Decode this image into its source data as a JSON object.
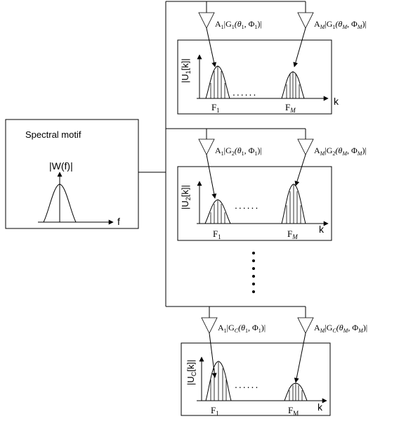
{
  "motif": {
    "title": "Spectral motif",
    "ylabel": "|W(f)|",
    "xlabel": "f"
  },
  "channels": [
    {
      "amp_left_a": "A",
      "amp_left_sub": "1",
      "amp_left_g": "|G",
      "amp_left_gsub": "1",
      "amp_left_args": "(θ",
      "amp_left_argsub": "1",
      "amp_left_phi": ", Φ",
      "amp_left_phisub": "1",
      "amp_left_close": ")|",
      "amp_right_a": "A",
      "amp_right_sub": "M",
      "amp_right_g": "|G",
      "amp_right_gsub": "1",
      "amp_right_args": "(θ",
      "amp_right_argsub": "M",
      "amp_right_phi": ", Φ",
      "amp_right_phisub": "M",
      "amp_right_close": ")|",
      "ylabel_main": "|U",
      "ylabel_sub": "1",
      "ylabel_tail": "[k]|",
      "dots": "......",
      "f1": "F",
      "f1_sub": "1",
      "fm": "F",
      "fm_sub": "M",
      "xlabel": "k"
    },
    {
      "amp_left_a": "A",
      "amp_left_sub": "1",
      "amp_left_g": "|G",
      "amp_left_gsub": "2",
      "amp_left_args": "(θ",
      "amp_left_argsub": "1",
      "amp_left_phi": ", Φ",
      "amp_left_phisub": "1",
      "amp_left_close": ")|",
      "amp_right_a": "A",
      "amp_right_sub": "M",
      "amp_right_g": "|G",
      "amp_right_gsub": "2",
      "amp_right_args": "(θ",
      "amp_right_argsub": "M",
      "amp_right_phi": ", Φ",
      "amp_right_phisub": "M",
      "amp_right_close": ")|",
      "ylabel_main": "|U",
      "ylabel_sub": "2",
      "ylabel_tail": "[k]|",
      "dots": "......",
      "f1": "F",
      "f1_sub": "1",
      "fm": "F",
      "fm_sub": "M",
      "xlabel": "k"
    },
    {
      "amp_left_a": "A",
      "amp_left_sub": "1",
      "amp_left_g": "|G",
      "amp_left_gsub": "C",
      "amp_left_args": "(θ",
      "amp_left_argsub": "1",
      "amp_left_phi": ", Φ",
      "amp_left_phisub": "1",
      "amp_left_close": ")|",
      "amp_right_a": "A",
      "amp_right_sub": "M",
      "amp_right_g": "|G",
      "amp_right_gsub": "C",
      "amp_right_args": "(θ",
      "amp_right_argsub": "M",
      "amp_right_phi": ", Φ",
      "amp_right_phisub": "M",
      "amp_right_close": ")|",
      "ylabel_main": "|U",
      "ylabel_sub": "C",
      "ylabel_tail": "[k]|",
      "dots": "......",
      "f1": "F",
      "f1_sub": "1",
      "fm": "F",
      "fm_sub": "M",
      "xlabel": "k"
    }
  ],
  "vertical_dots": "⋮"
}
